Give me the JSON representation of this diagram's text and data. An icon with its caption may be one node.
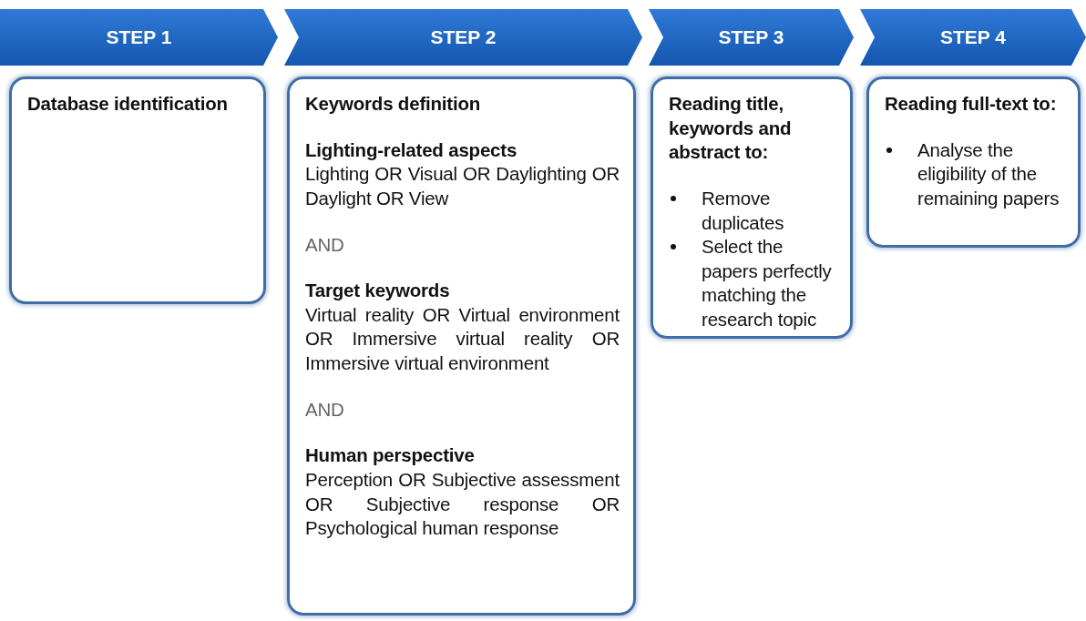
{
  "diagram": {
    "nodes": [
      {
        "text": [
          "STEP 1"
        ]
      },
      {
        "text": [
          "STEP 2"
        ]
      },
      {
        "text": [
          "STEP 3"
        ]
      },
      {
        "text": [
          "STEP 4"
        ]
      },
      {
        "text": [
          "Database identification"
        ]
      },
      {
        "text": [
          "Keywords definition",
          "Lighting-related aspects",
          "Lighting OR Visual OR Daylighting OR Daylight OR View",
          "AND",
          "Target keywords",
          "Virtual reality OR Virtual environment OR Immersive virtual reality OR Immersive virtual environment",
          "AND",
          "Human perspective",
          "Perception OR Subjective assessment OR Subjective response OR Psychological human response"
        ]
      },
      {
        "text": [
          "Reading title, keywords and abstract to:",
          "Remove duplicates",
          "Select the papers perfectly matching the research topic"
        ]
      },
      {
        "text": [
          "Reading full-text to:",
          "Analyse the eligibility of the remaining papers"
        ]
      }
    ],
    "edges": []
  }
}
